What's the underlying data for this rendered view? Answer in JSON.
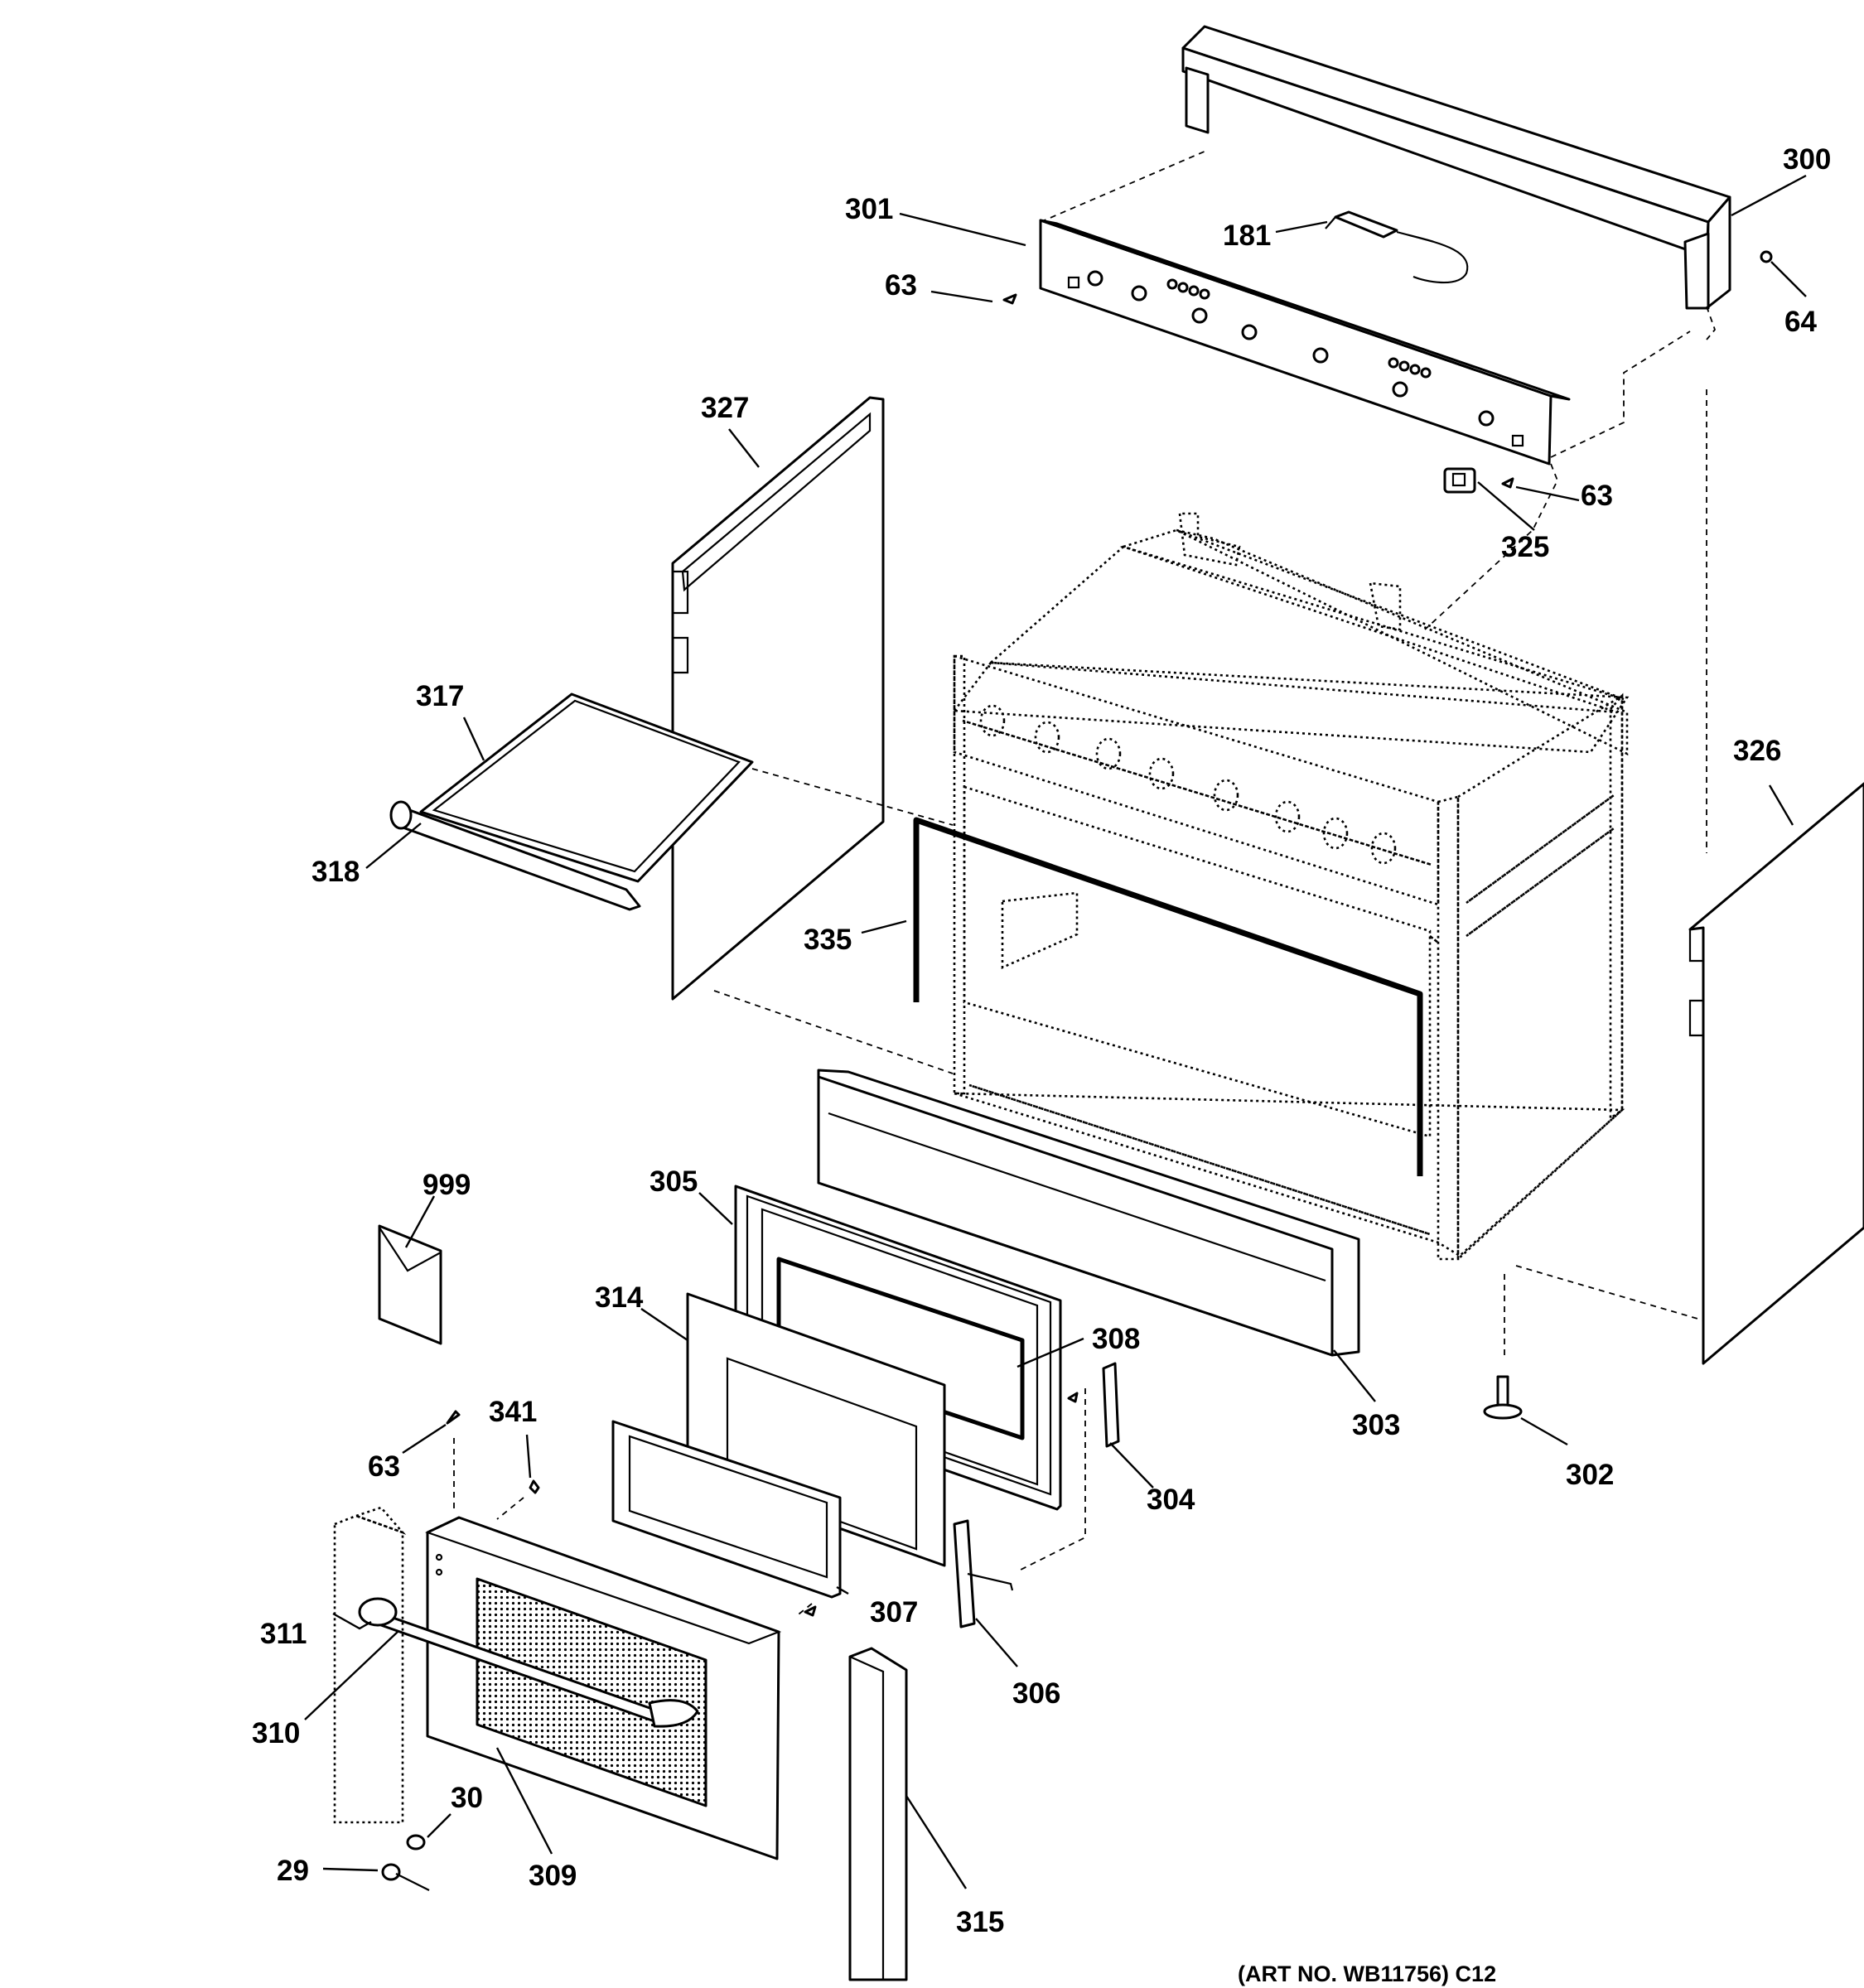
{
  "diagram": {
    "art_number": "(ART NO. WB11756) C12",
    "parts": [
      {
        "id": "p300",
        "label": "300"
      },
      {
        "id": "p301",
        "label": "301"
      },
      {
        "id": "p181",
        "label": "181"
      },
      {
        "id": "p63a",
        "label": "63"
      },
      {
        "id": "p64",
        "label": "64"
      },
      {
        "id": "p63b",
        "label": "63"
      },
      {
        "id": "p325",
        "label": "325"
      },
      {
        "id": "p327",
        "label": "327"
      },
      {
        "id": "p317",
        "label": "317"
      },
      {
        "id": "p318",
        "label": "318"
      },
      {
        "id": "p335",
        "label": "335"
      },
      {
        "id": "p326",
        "label": "326"
      },
      {
        "id": "p999",
        "label": "999"
      },
      {
        "id": "p305",
        "label": "305"
      },
      {
        "id": "p314",
        "label": "314"
      },
      {
        "id": "p308",
        "label": "308"
      },
      {
        "id": "p303",
        "label": "303"
      },
      {
        "id": "p341",
        "label": "341"
      },
      {
        "id": "p63c",
        "label": "63"
      },
      {
        "id": "p304",
        "label": "304"
      },
      {
        "id": "p302",
        "label": "302"
      },
      {
        "id": "p311",
        "label": "311"
      },
      {
        "id": "p307",
        "label": "307"
      },
      {
        "id": "p306",
        "label": "306"
      },
      {
        "id": "p310",
        "label": "310"
      },
      {
        "id": "p30",
        "label": "30"
      },
      {
        "id": "p29",
        "label": "29"
      },
      {
        "id": "p309",
        "label": "309"
      },
      {
        "id": "p315",
        "label": "315"
      }
    ]
  }
}
